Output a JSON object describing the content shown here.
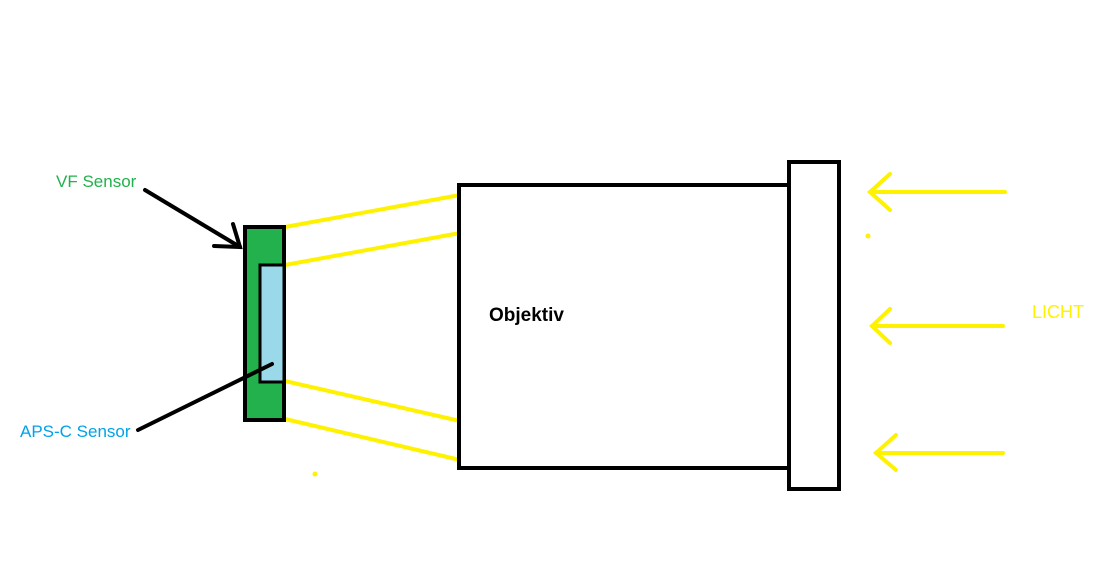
{
  "labels": {
    "vf_sensor": "VF Sensor",
    "apsc_sensor": "APS-C Sensor",
    "objektiv": "Objektiv",
    "licht": "LICHT"
  },
  "colors": {
    "vf_sensor_fill": "#22b14c",
    "apsc_sensor_fill": "#99d9ea",
    "light_rays": "#fff200",
    "outline": "#000000",
    "vf_label": "#22b14c",
    "apsc_label": "#00a2e8",
    "objektiv_label": "#000000",
    "licht_label": "#fff200"
  },
  "icons": {
    "pointer": "arrow-pointer-icon",
    "light_arrow": "arrow-left-icon"
  }
}
